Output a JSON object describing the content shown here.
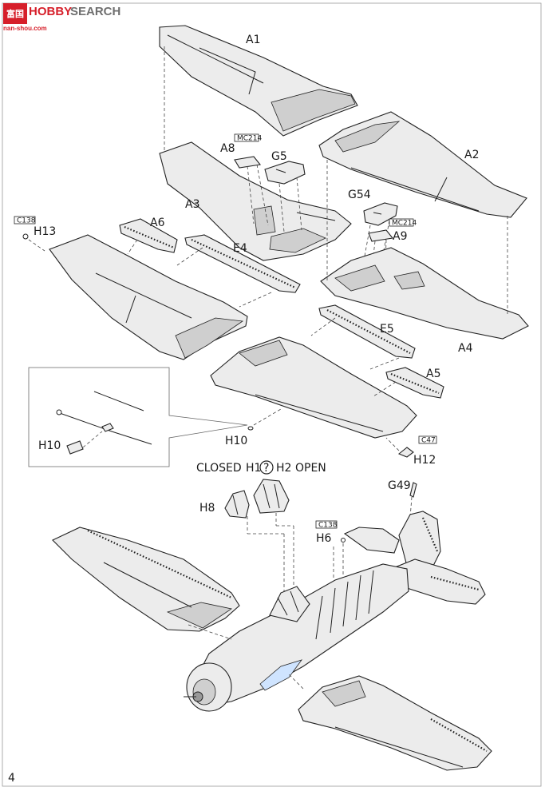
{
  "watermark": {
    "brand_a": "HOBBY",
    "brand_b": "SEARCH",
    "site": "nan-shou.com",
    "badge": "富国"
  },
  "page_number": "4",
  "parts": {
    "a1": "A1",
    "a2": "A2",
    "a3": "A3",
    "a4": "A4",
    "a5": "A5",
    "a6": "A6",
    "a8": "A8",
    "a9": "A9",
    "e4": "E4",
    "e5": "E5",
    "g5": "G5",
    "g54": "G54",
    "g49": "G49",
    "h6": "H6",
    "h8": "H8",
    "h10_inset": "H10",
    "h10": "H10",
    "h12": "H12",
    "h13": "H13"
  },
  "refs": {
    "mc214_a8": "MC214",
    "mc214_a9": "MC214",
    "c138_h13": "C138",
    "c138_h6": "C138",
    "c47_h12": "C47"
  },
  "canopy": {
    "closed": "CLOSED",
    "h1": "H1",
    "h2": "H2",
    "open": "OPEN",
    "symbol": "?"
  }
}
